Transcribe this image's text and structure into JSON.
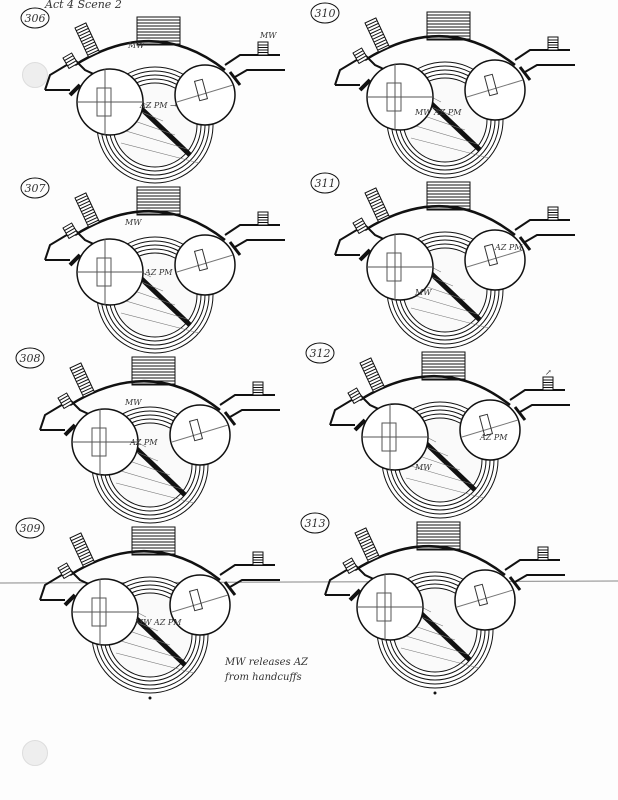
{
  "page_title": "Act 4 Scene 2",
  "diagrams": [
    {
      "number": "306",
      "notes": [
        "MW",
        "AZ PM →",
        "MW"
      ]
    },
    {
      "number": "310",
      "notes": [
        "MW AZ PM"
      ]
    },
    {
      "number": "307",
      "notes": [
        "MW",
        "AZ PM"
      ]
    },
    {
      "number": "311",
      "notes": [
        "AZ PM",
        "MW"
      ]
    },
    {
      "number": "308",
      "notes": [
        "MW",
        "AZ PM"
      ]
    },
    {
      "number": "312",
      "notes": [
        "AZ PM",
        "MW",
        "↗"
      ]
    },
    {
      "number": "309",
      "notes": [
        "MW AZ PM",
        "MW releases AZ",
        "from handcuffs"
      ]
    },
    {
      "number": "313",
      "notes": []
    }
  ]
}
